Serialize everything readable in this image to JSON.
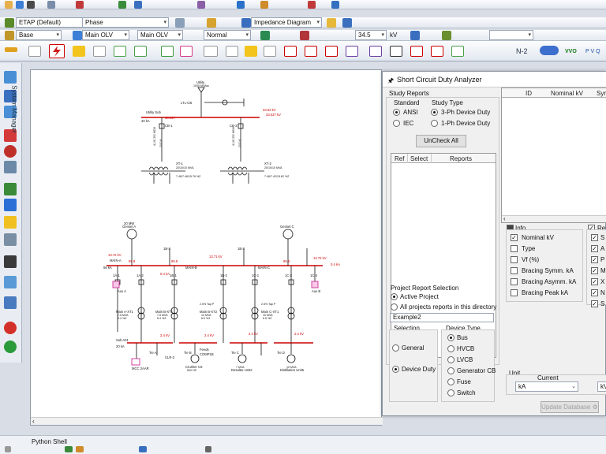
{
  "toolbar": {
    "project": "ETAP (Default)",
    "phase": "Phase",
    "diagram": "Impedance Diagram",
    "base": "Base",
    "olv_left": "Main OLV",
    "olv_right": "Main OLV",
    "normal": "Normal",
    "voltage": "34.5",
    "voltage_unit": "kV",
    "tool_n2": "N-2",
    "tool_vvo": "VVO",
    "tool_pvq": "P V Q"
  },
  "system_manager": {
    "label": "System Manager"
  },
  "one_line": {
    "utility": {
      "name": "Utility",
      "size": "1000 MVAsc"
    },
    "ltl_cb": "LTL-CB",
    "utility_sub": {
      "name": "Utility Sub",
      "ka": "40 kA"
    },
    "v_utility_bus": "33.037",
    "v_utility_kv": "33.02 kV",
    "v_utility_kv2": "33.037 kV",
    "cb1": "CB-1",
    "cb2": "CB-2",
    "cable1": {
      "spec": "4-1/C 250 MCM",
      "len": "2000 ft"
    },
    "cable2": {
      "spec": "4-1/C 250 MCM",
      "len": "2000 ft"
    },
    "xt1": {
      "name": "XT-1",
      "rating": "20/10/10 MVA",
      "z": "7.46/7.46/15.76 %Z"
    },
    "xt2": {
      "name": "XT-2",
      "rating": "20/10/10 MVA",
      "z": "7.46/7.42/15.82 %Z"
    },
    "gen_a": {
      "name": "Genset A",
      "rating": "20 MW"
    },
    "gen_c": {
      "name": "Genset C",
      "rating": ""
    },
    "main_a": {
      "name": "MAIN-A",
      "ka": "56 kA",
      "kv": "13.72 kV",
      "pct": "99.8"
    },
    "main_b": {
      "name": "MAIN-B",
      "kv": "13.71 kV",
      "pct": "99.8"
    },
    "main_c": {
      "name": "MAIN-C",
      "kv": "13.72 kV",
      "pct": "99.8"
    },
    "ka_main_b": "0.4 kA",
    "ka_main_c": "0.4 kA",
    "breakers_top": [
      "1A-3",
      "1B-3",
      "1B-3",
      "1C-1",
      "1C-3"
    ],
    "breakers_a": [
      "1A-1",
      "1A-2"
    ],
    "breakers_b": [
      "1B-1",
      "1B-2"
    ],
    "breakers_c": [
      "1C-1",
      "1C-2",
      "1C-4"
    ],
    "aux_a": "Aux A",
    "aux_b": "Aux B",
    "xfmr_a": {
      "name": "Main A-XT1",
      "rating": "7.5 MVA",
      "z": "6.4 %Z"
    },
    "xfmr_b1": {
      "name": "Main B-XT1",
      "rating": "7.5 MVA",
      "z": "6.4 %Z"
    },
    "xfmr_b2": {
      "name": "Main B-XT2",
      "rating": "10 MVA",
      "z": "6.5 %Z",
      "tap": "2.5% Tap P"
    },
    "xfmr_c1": {
      "name": "Main C-XT1",
      "rating": "10 MVA",
      "z": "6.5 %Z",
      "tap": "2.5% Tap P"
    },
    "sub_a1": {
      "name": "Sub A01",
      "ka": "20 kA",
      "kv": "2.4 kV"
    },
    "sub_b": {
      "kv": "2.4 kV"
    },
    "sub_c": {
      "kv": "2.4 kV"
    },
    "sub_d": {
      "kv": "2.4 kV"
    },
    "ties": [
      "Tie A",
      "Tie B",
      "Tie C",
      "Tie D"
    ],
    "mcc": "MCC 2AAR",
    "clr": "CLR-2",
    "feeds": "Feeds",
    "comp": "COMP1B",
    "crusher": {
      "name": "Crusher C5",
      "rating": "500 HP"
    },
    "desalter": {
      "name": "Desalter Unit2",
      "rating": "7 MVA"
    },
    "distill": {
      "name": "Distillation Unit5",
      "rating": "10 MVA"
    }
  },
  "analyzer": {
    "title": "Short Circuit Duty Analyzer",
    "study_reports": "Study Reports",
    "standard": "Standard",
    "ansi": "ANSI",
    "iec": "IEC",
    "study_type": "Study Type",
    "ph3": "3-Ph Device Duty",
    "ph1": "1-Ph Device Duty",
    "uncheck_all": "UnCheck All",
    "cols": {
      "ref": "Ref",
      "select": "Select",
      "reports": "Reports"
    },
    "grid_cols": {
      "id": "ID",
      "nominal_kv": "Nominal kV",
      "sym": "Sym"
    },
    "project_report_selection": "Project Report Selection",
    "active_project": "Active Project",
    "all_projects": "All projects reports in this directory",
    "project_name": "Example2",
    "selection": "Selection",
    "general": "General",
    "device_duty": "Device Duty",
    "device_type": "Device Type",
    "device_types": [
      "Bus",
      "HVCB",
      "LVCB",
      "Generator CB",
      "Fuse",
      "Switch"
    ],
    "info": "Info",
    "info_items": [
      {
        "label": "Nominal kV",
        "checked": true
      },
      {
        "label": "Type",
        "checked": false
      },
      {
        "label": "Vf (%)",
        "checked": false
      },
      {
        "label": "Bracing Symm. kA",
        "checked": false
      },
      {
        "label": "Bracing Asymm. kA",
        "checked": false
      },
      {
        "label": "Bracing Peak kA",
        "checked": false
      }
    ],
    "results": "Res",
    "result_letters": [
      "S",
      "A",
      "P",
      "M",
      "X",
      "N",
      "S"
    ],
    "unit": "Unit",
    "current": "Current",
    "current_unit": "kA",
    "voltage_unit": "kV",
    "update_btn": "Update Database"
  },
  "status": {
    "python_shell": "Python Shell"
  }
}
